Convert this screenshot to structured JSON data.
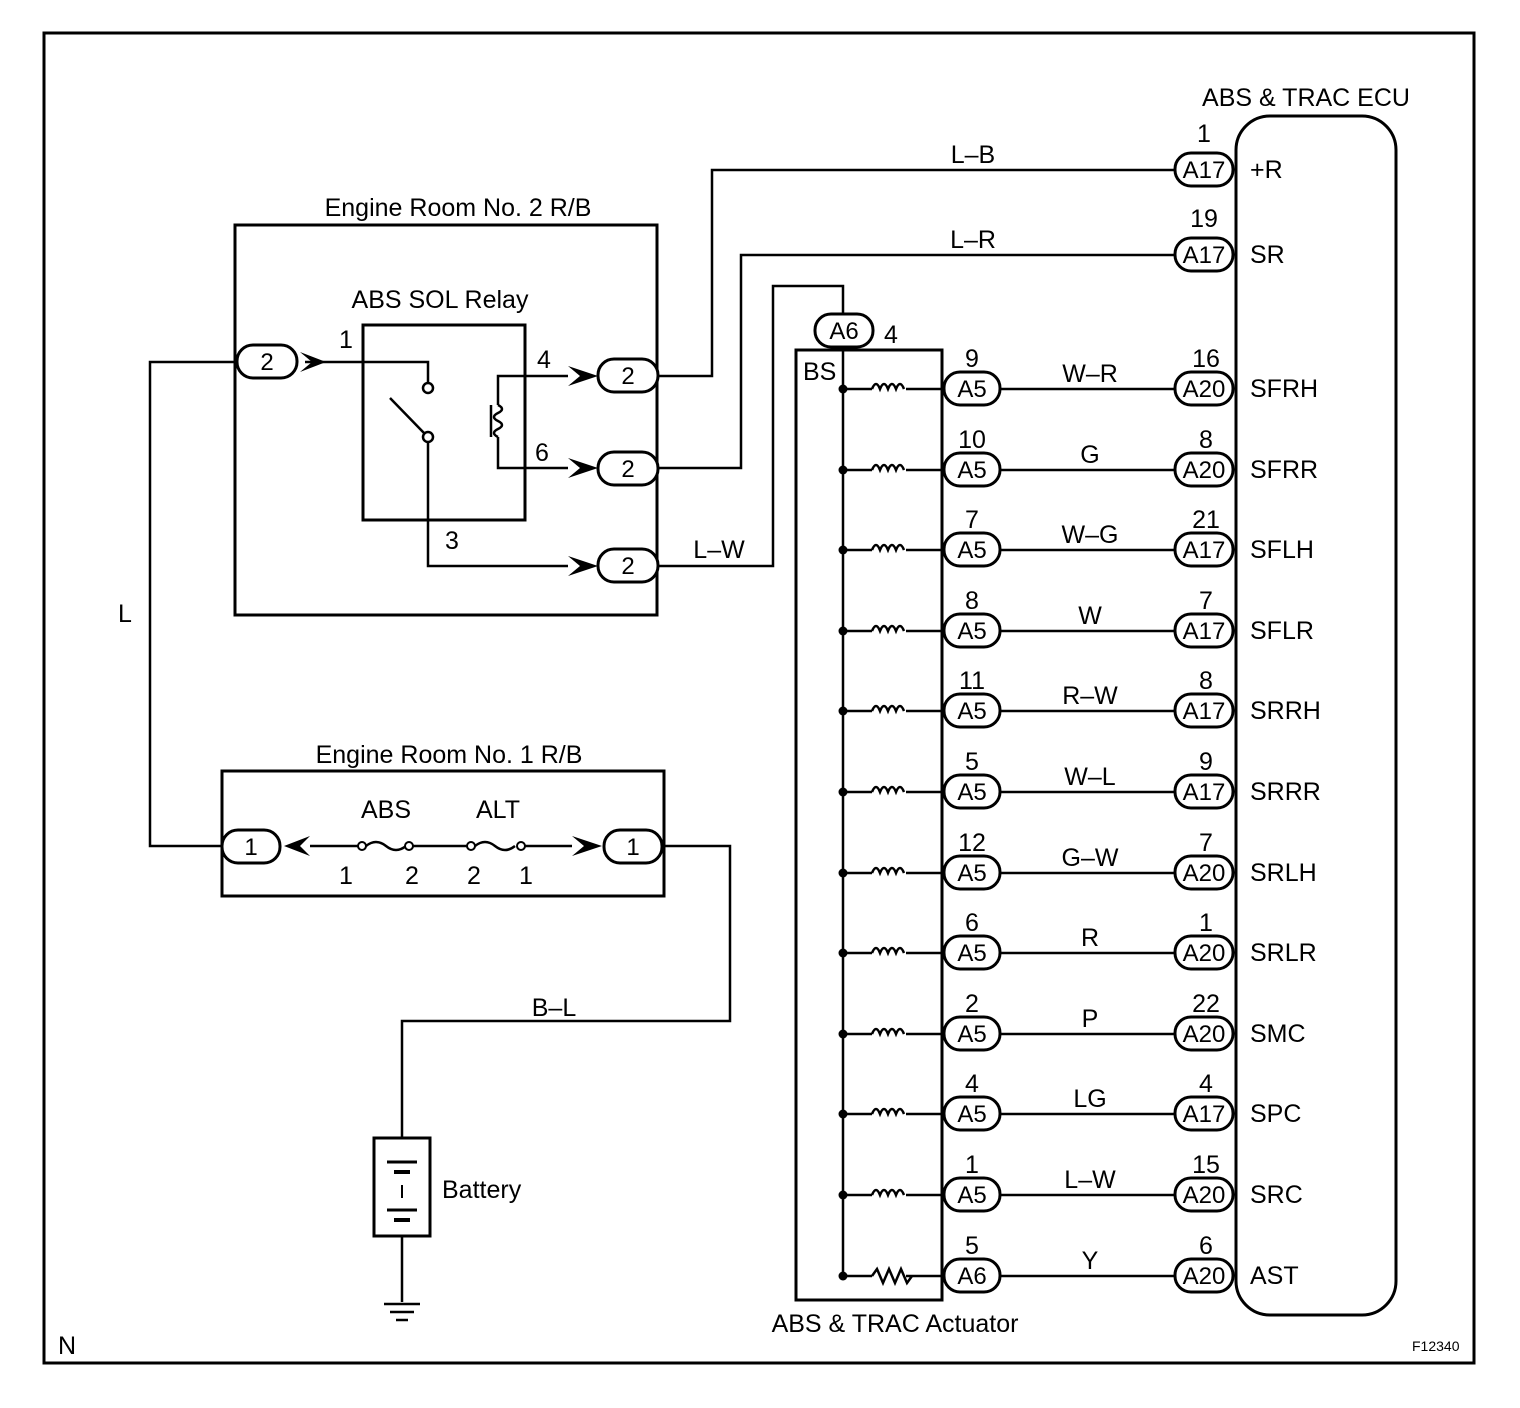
{
  "colors": {
    "ink": "#000000",
    "paper": "#ffffff"
  },
  "title_labels": {
    "engine_room_2": "Engine Room No. 2 R/B",
    "abs_sol_relay": "ABS SOL Relay",
    "engine_room_1": "Engine Room No. 1 R/B",
    "ecu": "ABS & TRAC ECU",
    "actuator": "ABS & TRAC Actuator",
    "battery": "Battery",
    "fuse_abs": "ABS",
    "fuse_alt": "ALT"
  },
  "corner_labels": {
    "left": "N",
    "figure_id": "F12340"
  },
  "relay": {
    "pins": {
      "p1": "1",
      "p4": "4",
      "p6": "6",
      "p3": "3"
    },
    "connector": "2"
  },
  "fuse_block": {
    "connector": "1",
    "abs_pins": [
      "1",
      "2"
    ],
    "alt_pins": [
      "2",
      "1"
    ]
  },
  "wires": {
    "relay_left": "L",
    "battery_feed": "B–L",
    "plus_r": "L–B",
    "sr": "L–R",
    "bs": "L–W"
  },
  "actuator": {
    "bs_connector": "A6",
    "bs_pin": "4",
    "bs_label": "BS"
  },
  "ecu_top": [
    {
      "pin": "1",
      "connector": "A17",
      "terminal": "+R"
    },
    {
      "pin": "19",
      "connector": "A17",
      "terminal": "SR"
    }
  ],
  "circuits": [
    {
      "act_pin": "9",
      "act_conn": "A5",
      "wire": "W–R",
      "ecu_pin": "16",
      "ecu_conn": "A20",
      "terminal": "SFRH"
    },
    {
      "act_pin": "10",
      "act_conn": "A5",
      "wire": "G",
      "ecu_pin": "8",
      "ecu_conn": "A20",
      "terminal": "SFRR"
    },
    {
      "act_pin": "7",
      "act_conn": "A5",
      "wire": "W–G",
      "ecu_pin": "21",
      "ecu_conn": "A17",
      "terminal": "SFLH"
    },
    {
      "act_pin": "8",
      "act_conn": "A5",
      "wire": "W",
      "ecu_pin": "7",
      "ecu_conn": "A17",
      "terminal": "SFLR"
    },
    {
      "act_pin": "11",
      "act_conn": "A5",
      "wire": "R–W",
      "ecu_pin": "8",
      "ecu_conn": "A17",
      "terminal": "SRRH"
    },
    {
      "act_pin": "5",
      "act_conn": "A5",
      "wire": "W–L",
      "ecu_pin": "9",
      "ecu_conn": "A17",
      "terminal": "SRRR"
    },
    {
      "act_pin": "12",
      "act_conn": "A5",
      "wire": "G–W",
      "ecu_pin": "7",
      "ecu_conn": "A20",
      "terminal": "SRLH"
    },
    {
      "act_pin": "6",
      "act_conn": "A5",
      "wire": "R",
      "ecu_pin": "1",
      "ecu_conn": "A20",
      "terminal": "SRLR"
    },
    {
      "act_pin": "2",
      "act_conn": "A5",
      "wire": "P",
      "ecu_pin": "22",
      "ecu_conn": "A20",
      "terminal": "SMC"
    },
    {
      "act_pin": "4",
      "act_conn": "A5",
      "wire": "LG",
      "ecu_pin": "4",
      "ecu_conn": "A17",
      "terminal": "SPC"
    },
    {
      "act_pin": "1",
      "act_conn": "A5",
      "wire": "L–W",
      "ecu_pin": "15",
      "ecu_conn": "A20",
      "terminal": "SRC"
    },
    {
      "act_pin": "5",
      "act_conn": "A6",
      "wire": "Y",
      "ecu_pin": "6",
      "ecu_conn": "A20",
      "terminal": "AST",
      "resistor": true
    }
  ]
}
